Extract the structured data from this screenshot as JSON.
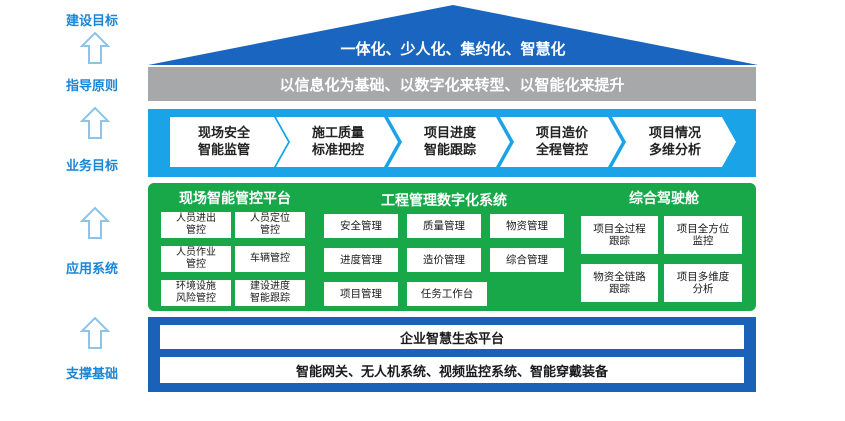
{
  "left_labels": {
    "goal": "建设目标",
    "principle": "指导原则",
    "business": "业务目标",
    "application": "应用系统",
    "support": "支撑基础"
  },
  "roof": {
    "text": "一体化、少人化、集约化、智慧化"
  },
  "principle": {
    "text": "以信息化为基础、以数字化来转型、以智能化来提升"
  },
  "business_goals": [
    {
      "line1": "现场安全",
      "line2": "智能监管"
    },
    {
      "line1": "施工质量",
      "line2": "标准把控"
    },
    {
      "line1": "项目进度",
      "line2": "智能跟踪"
    },
    {
      "line1": "项目造价",
      "line2": "全程管控"
    },
    {
      "line1": "项目情况",
      "line2": "多维分析"
    }
  ],
  "applications": {
    "site": {
      "title": "现场智能管控平台",
      "items": [
        {
          "line1": "人员进出",
          "line2": "管控"
        },
        {
          "line1": "人员定位",
          "line2": "管控"
        },
        {
          "line1": "人员作业",
          "line2": "管控"
        },
        {
          "line1": "车辆管控",
          "line2": ""
        },
        {
          "line1": "环境设施",
          "line2": "风险管控"
        },
        {
          "line1": "建设进度",
          "line2": "智能跟踪"
        }
      ]
    },
    "engineering": {
      "title": "工程管理数字化系统",
      "items": [
        "安全管理",
        "质量管理",
        "物资管理",
        "进度管理",
        "造价管理",
        "综合管理",
        "项目管理",
        "任务工作台"
      ]
    },
    "cockpit": {
      "title": "综合驾驶舱",
      "items": [
        {
          "line1": "项目全过程",
          "line2": "跟踪"
        },
        {
          "line1": "项目全方位",
          "line2": "监控"
        },
        {
          "line1": "物资全链路",
          "line2": "跟踪"
        },
        {
          "line1": "项目多维度",
          "line2": "分析"
        }
      ]
    }
  },
  "support": {
    "platform": "企业智慧生态平台",
    "devices": "智能网关、无人机系统、视频监控系统、智能穿戴装备"
  },
  "colors": {
    "roof": "#1a65bf",
    "principle": "#a7a8aa",
    "business": "#1aa3e6",
    "applications": "#18a84a",
    "support": "#1a62b8",
    "label": "#1a86d6"
  }
}
